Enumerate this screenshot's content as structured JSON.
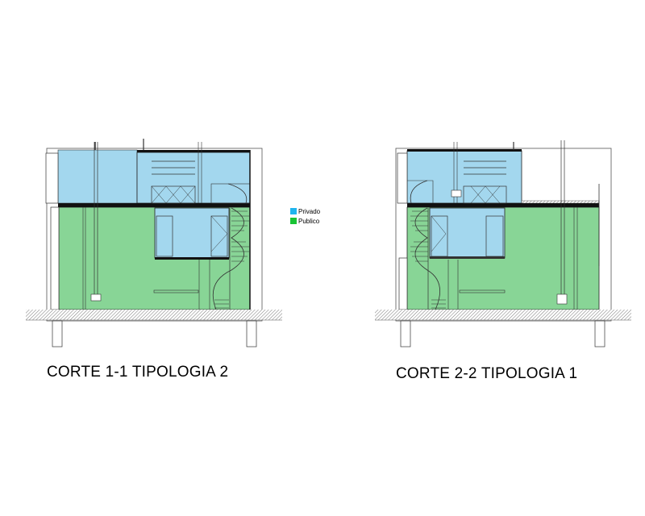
{
  "sections": [
    {
      "title": "CORTE 1-1 TIPOLOGIA 2"
    },
    {
      "title": "CORTE 2-2 TIPOLOGIA 1"
    }
  ],
  "legend": {
    "items": [
      {
        "label": "Privado",
        "color": "#1fb4ee"
      },
      {
        "label": "Publico",
        "color": "#19c335"
      }
    ]
  },
  "colors": {
    "private_fill": "#a3d7ee",
    "public_fill": "#88d596"
  }
}
